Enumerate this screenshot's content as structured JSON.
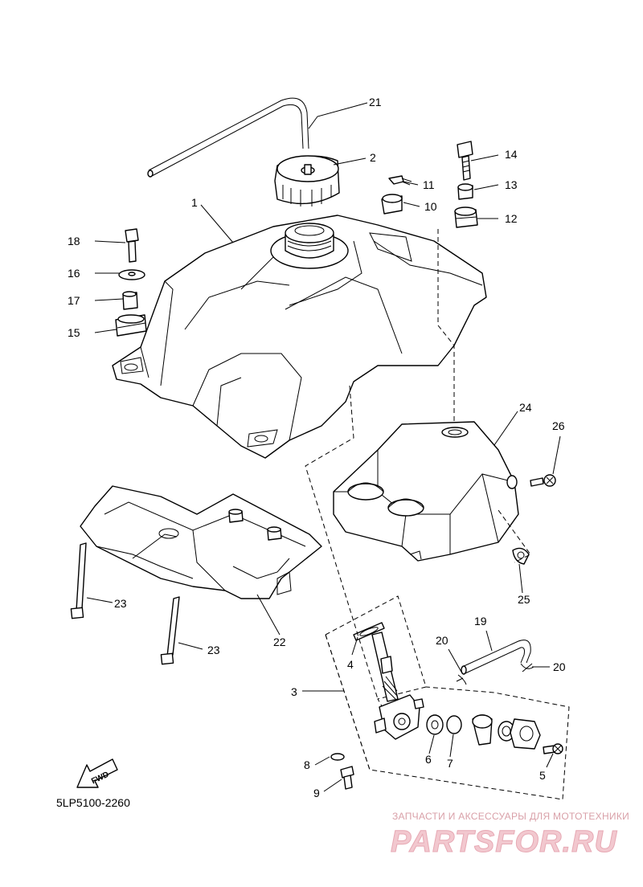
{
  "diagram": {
    "callouts": [
      "1",
      "2",
      "3",
      "4",
      "5",
      "6",
      "7",
      "8",
      "9",
      "10",
      "11",
      "12",
      "13",
      "14",
      "15",
      "16",
      "17",
      "18",
      "19",
      "20",
      "20",
      "21",
      "22",
      "23",
      "23",
      "24",
      "25",
      "26"
    ],
    "fwd_label": "FWD",
    "drawing_code": "5LP5100-2260"
  },
  "watermark": {
    "caption": "ЗАПЧАСТИ И АКСЕССУАРЫ ДЛЯ МОТОТЕХНИКИ",
    "brand": "PARTSFOR.RU"
  },
  "colors": {
    "line": "#000000",
    "watermark": "#e7a9b4",
    "background": "#ffffff"
  }
}
